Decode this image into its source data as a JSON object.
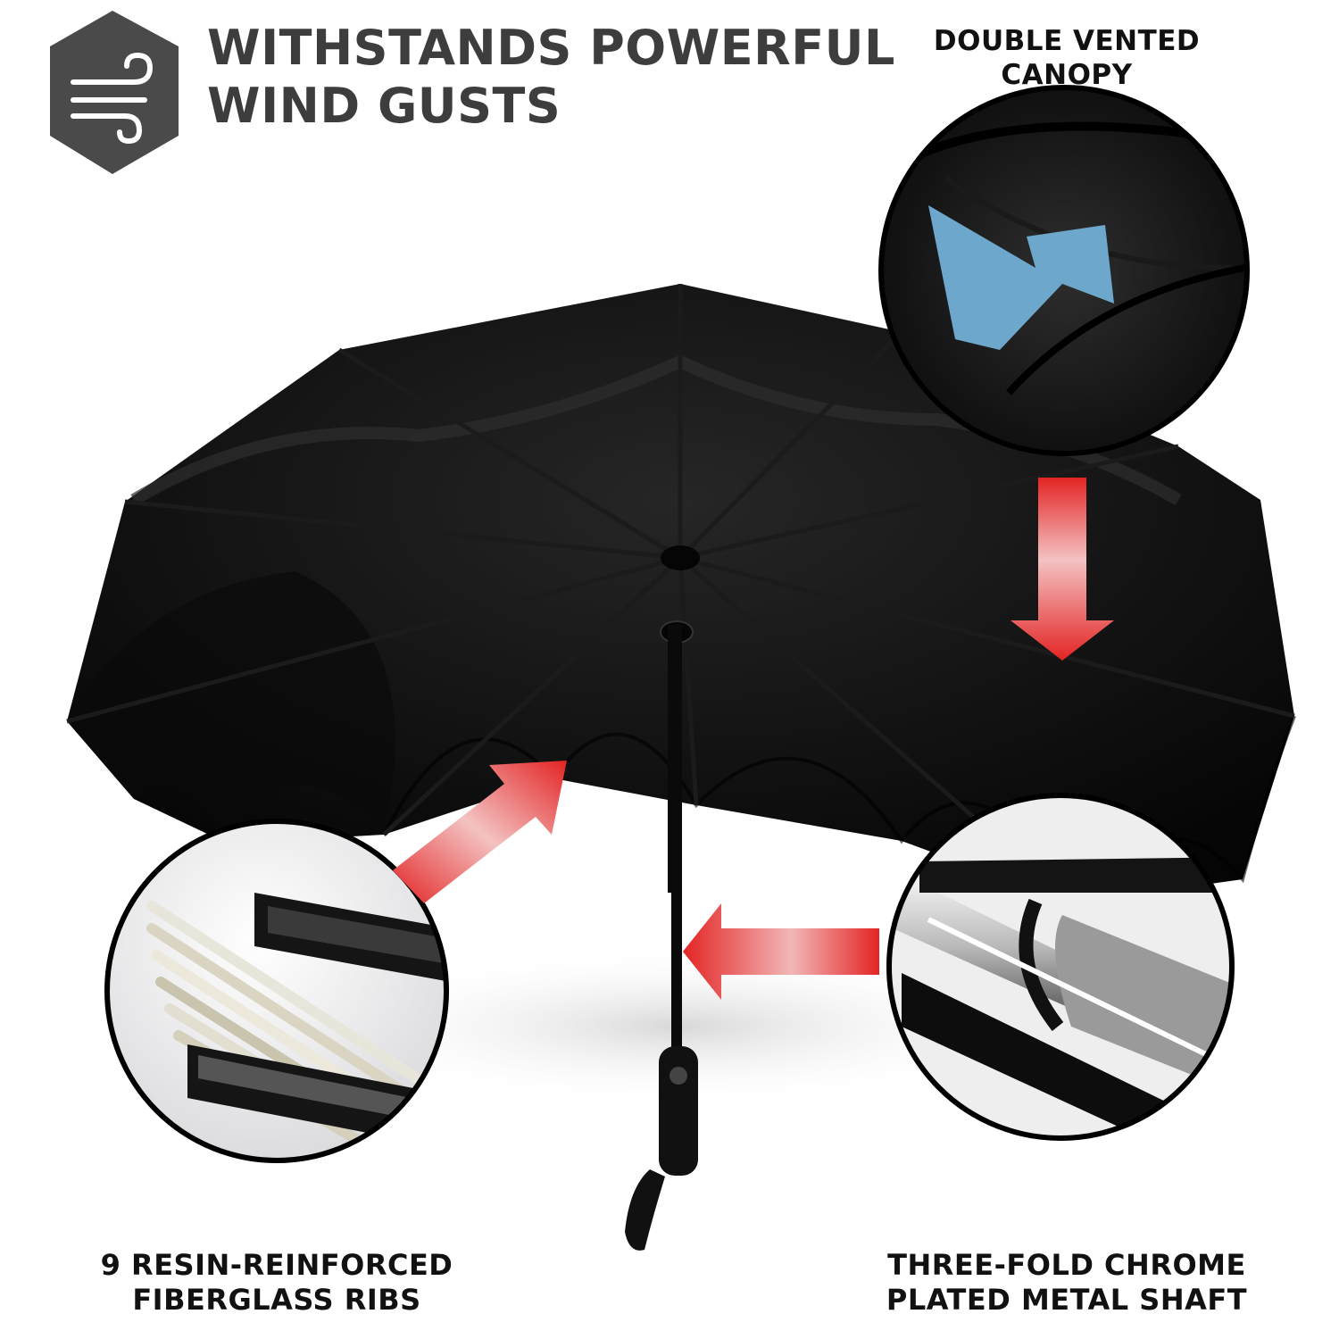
{
  "headline": {
    "line1": "WITHSTANDS POWERFUL",
    "line2": "WIND GUSTS",
    "icon": "wind-icon"
  },
  "callouts": {
    "canopy": {
      "line1": "DOUBLE VENTED",
      "line2": "CANOPY"
    },
    "ribs": {
      "line1": "9 RESIN-REINFORCED",
      "line2": "FIBERGLASS RIBS"
    },
    "shaft": {
      "line1": "THREE-FOLD CHROME",
      "line2": "PLATED METAL SHAFT"
    }
  },
  "colors": {
    "arrow_red": "#e32424",
    "vent_arrow_blue": "#6ea7cc",
    "icon_gray": "#4a4a4a",
    "canopy_black": "#0d0d0d"
  }
}
